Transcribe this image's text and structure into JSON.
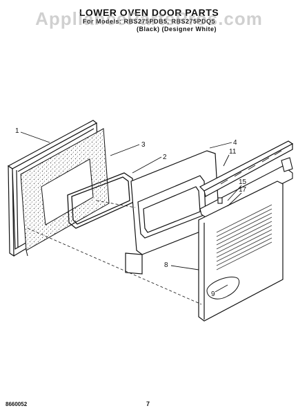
{
  "header": {
    "title": "LOWER OVEN DOOR PARTS",
    "models_line": "For Models: RBS275PDB5, RBS275PDQ5",
    "colors_line": "(Black) (Designer White)"
  },
  "watermark": "AppliancePartsPros.com",
  "callouts": [
    "1",
    "2",
    "3",
    "4",
    "8",
    "9",
    "11",
    "15",
    "17"
  ],
  "footer": {
    "code": "8660052",
    "page": "7"
  }
}
